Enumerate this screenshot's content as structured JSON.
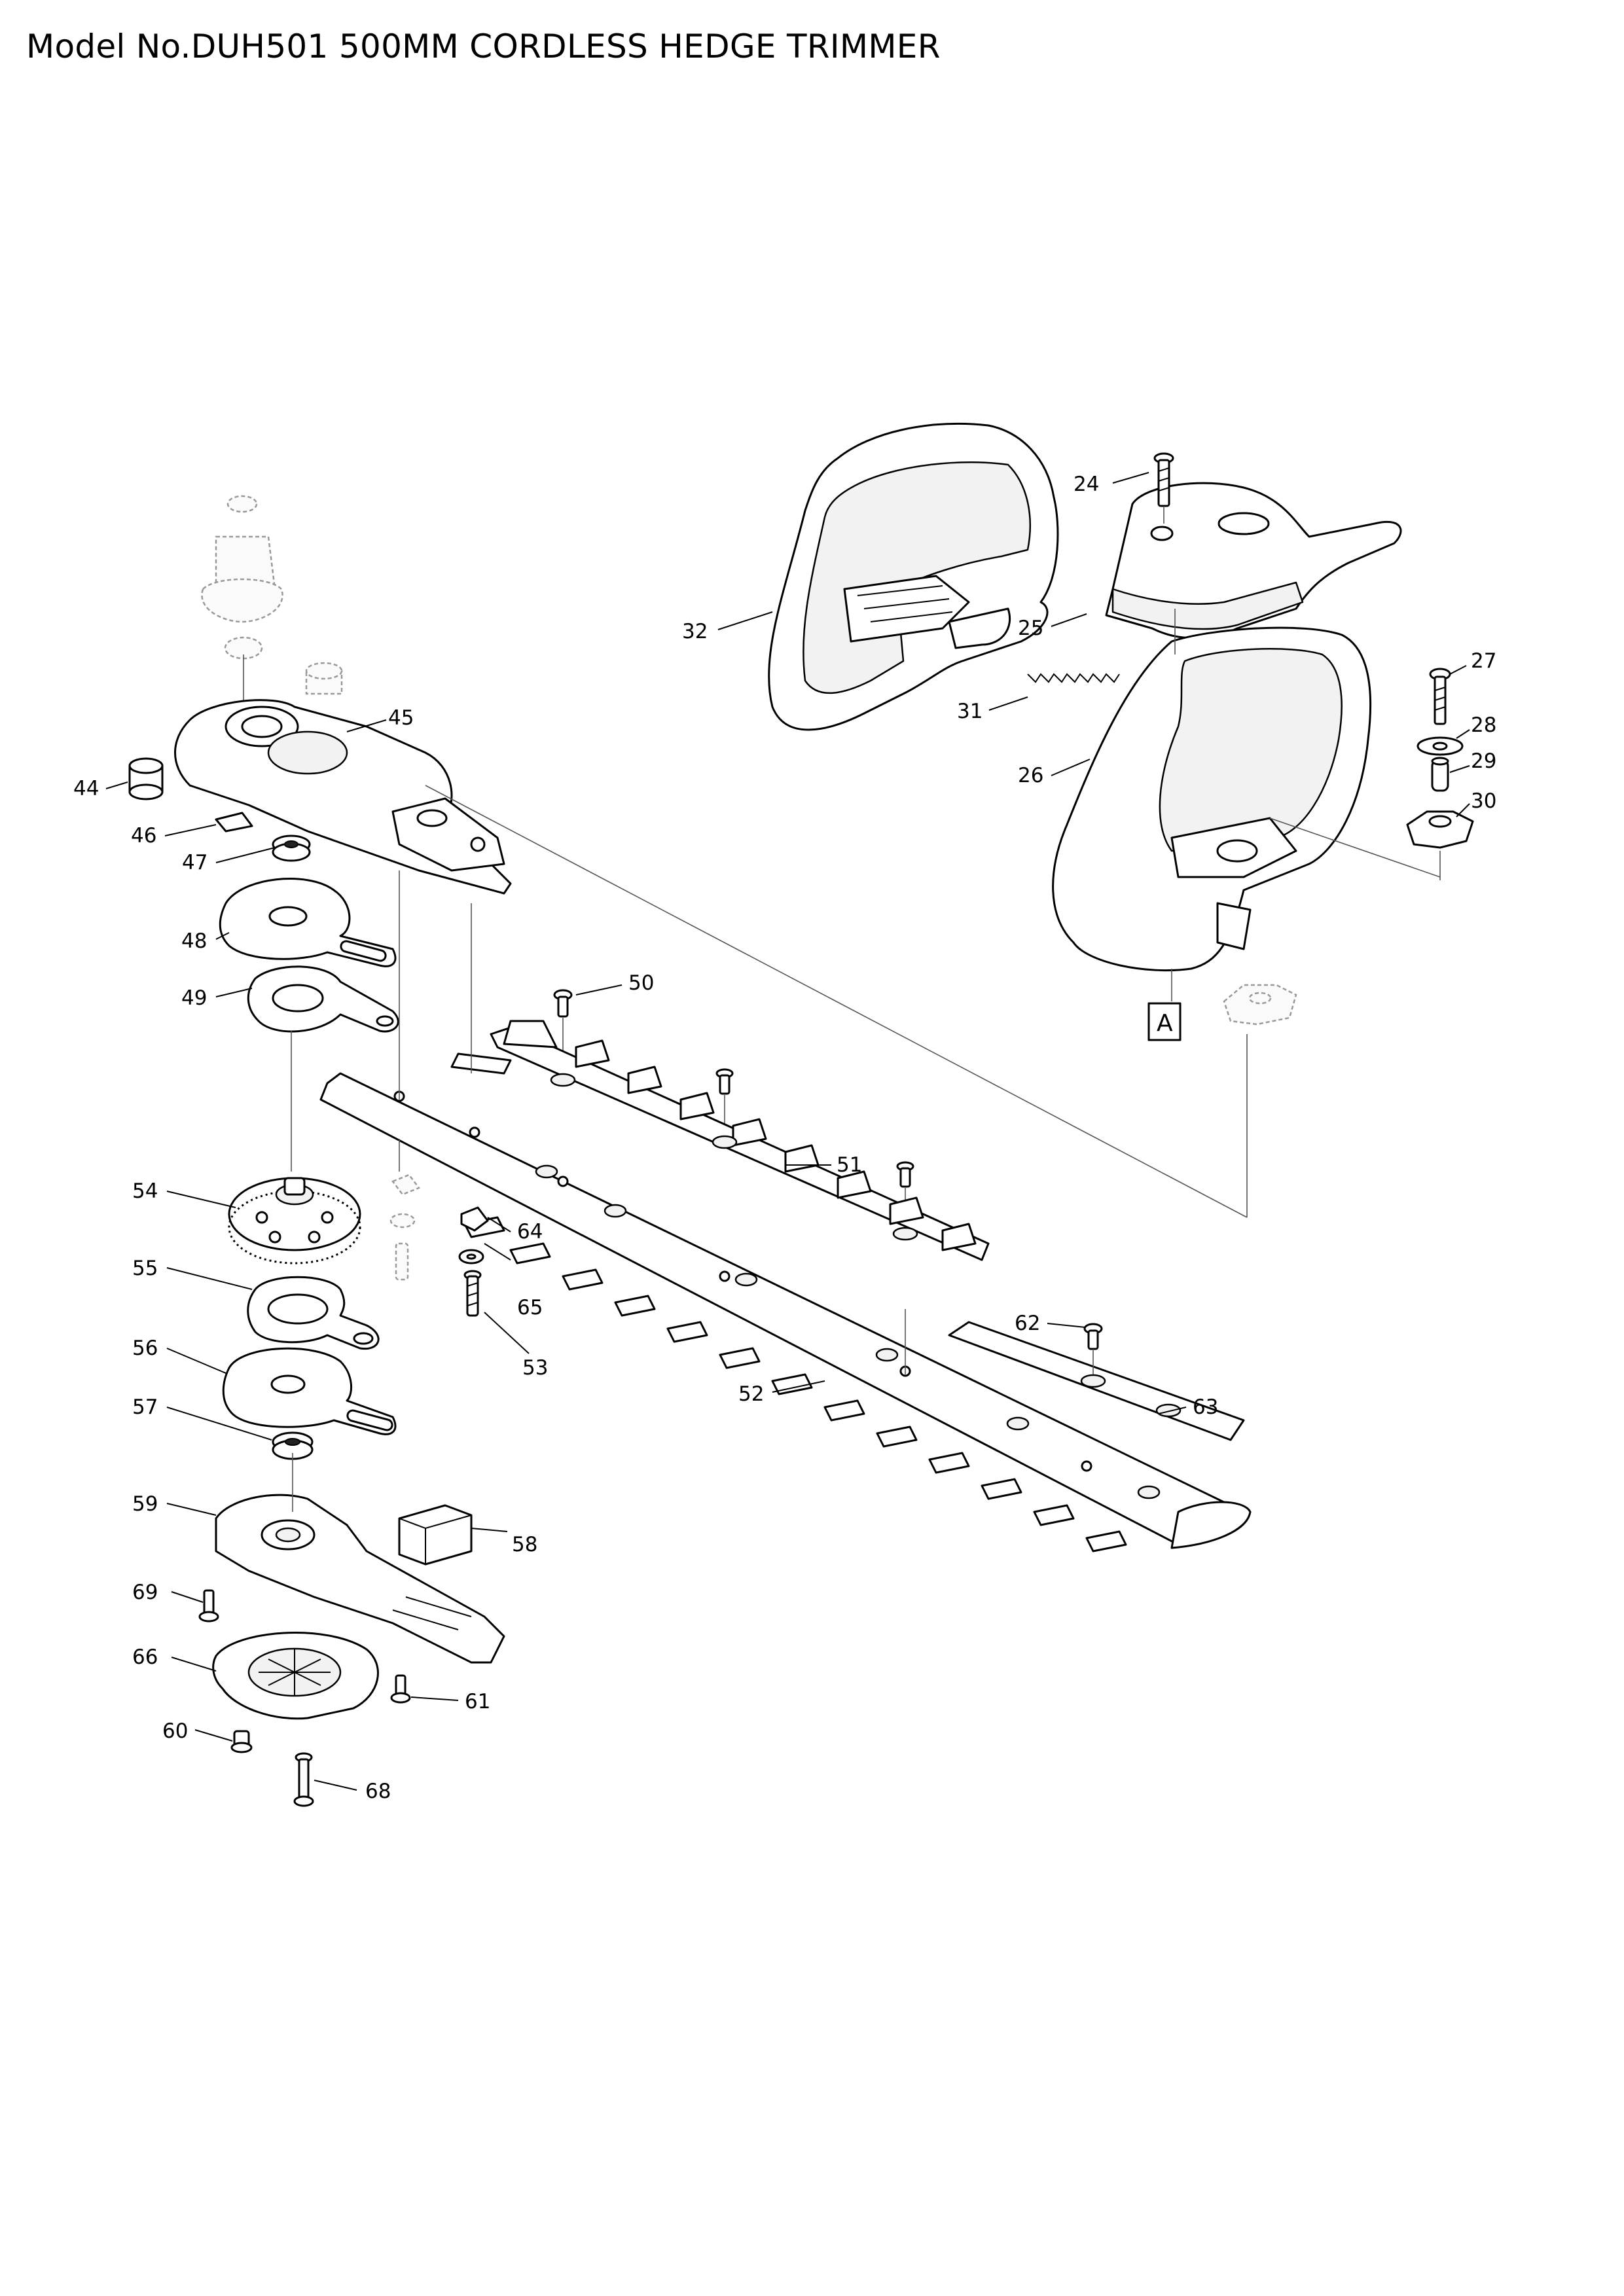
{
  "title": "Model No.DUH501 500MM CORDLESS HEDGE TRIMMER",
  "view_label": "A",
  "callouts": {
    "c24": "24",
    "c25": "25",
    "c26": "26",
    "c27": "27",
    "c28": "28",
    "c29": "29",
    "c30": "30",
    "c31": "31",
    "c32": "32",
    "c44": "44",
    "c45": "45",
    "c46": "46",
    "c47": "47",
    "c48": "48",
    "c49": "49",
    "c50": "50",
    "c51": "51",
    "c52": "52",
    "c53": "53",
    "c54": "54",
    "c55": "55",
    "c56": "56",
    "c57": "57",
    "c58": "58",
    "c59": "59",
    "c60": "60",
    "c61": "61",
    "c62": "62",
    "c63": "63",
    "c64": "64",
    "c65": "65",
    "c66": "66",
    "c68": "68",
    "c69": "69"
  },
  "icons": {
    "front_handle": "loop-handle-icon",
    "rear_handle": "loop-handle-icon",
    "switch_cover": "cover-icon",
    "blade": "blade-icon",
    "gear": "gear-icon",
    "screw": "screw-icon"
  }
}
